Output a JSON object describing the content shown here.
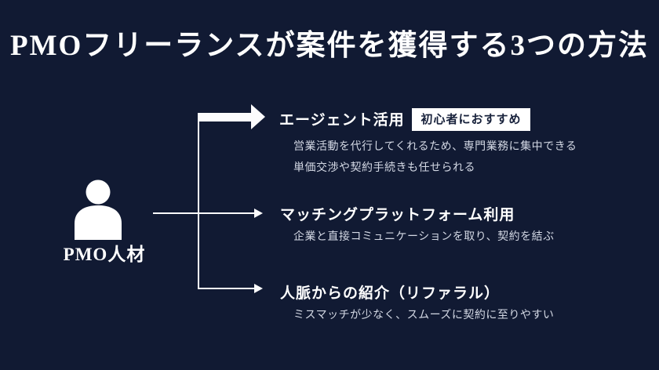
{
  "colors": {
    "background": "#111A33",
    "heading_text": "#FFFFFF",
    "body_text": "#D3D8E4",
    "badge_background": "#FFFFFF",
    "badge_text": "#16203A",
    "connector": "#FBFBFD"
  },
  "title": "PMOフリーランスが案件を獲得する3つの方法",
  "source": {
    "label": "PMO人材",
    "icon": "person-icon"
  },
  "branches": [
    {
      "heading": "エージェント活用",
      "badge": "初心者におすすめ",
      "descriptions": [
        "営業活動を代行してくれるため、専門業務に集中できる",
        "単価交渉や契約手続きも任せられる"
      ],
      "arrow_style": "bold"
    },
    {
      "heading": "マッチングプラットフォーム利用",
      "descriptions": [
        "企業と直接コミュニケーションを取り、契約を結ぶ"
      ],
      "arrow_style": "thin"
    },
    {
      "heading": "人脈からの紹介（リファラル）",
      "descriptions": [
        "ミスマッチが少なく、スムーズに契約に至りやすい"
      ],
      "arrow_style": "thin"
    }
  ]
}
